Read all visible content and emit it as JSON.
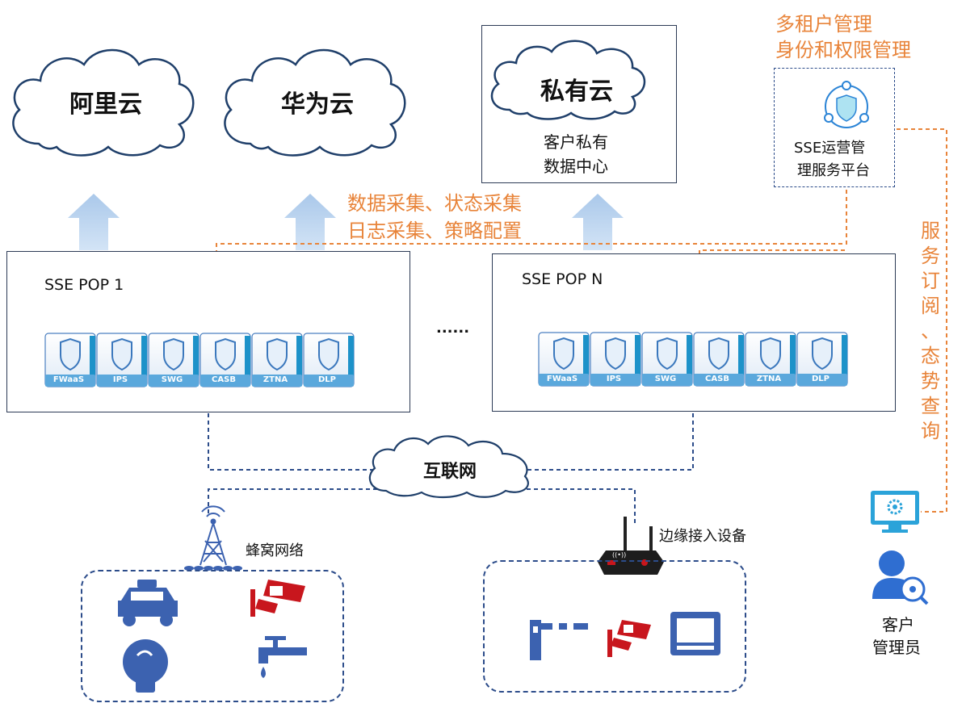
{
  "clouds": {
    "aliyun": "阿里云",
    "huawei": "华为云",
    "private": "私有云"
  },
  "private_dc": {
    "line1": "客户私有",
    "line2": "数据中心"
  },
  "collection": {
    "line1": "数据采集、状态采集",
    "line2": "日志采集、策略配置"
  },
  "tenant": {
    "line1": "多租户管理",
    "line2": "身份和权限管理"
  },
  "ops_platform": {
    "line1": "SSE运营管",
    "line2": "理服务平台"
  },
  "vertical_label": [
    "服",
    "务",
    "订",
    "阅",
    "、",
    "态",
    "势",
    "查",
    "询"
  ],
  "pops": {
    "pop1_title": "SSE POP 1",
    "popn_title": "SSE POP N",
    "ellipsis": "......",
    "modules": [
      "FWaaS",
      "IPS",
      "SWG",
      "CASB",
      "ZTNA",
      "DLP"
    ]
  },
  "internet": "互联网",
  "cellular": "蜂窝网络",
  "edge_device": "边缘接入设备",
  "admin": {
    "line1": "客户",
    "line2": "管理员"
  },
  "colors": {
    "accent_orange": "#e8843a",
    "line_blue": "#2c4c8a",
    "arrow_blue": "#b9d3ee",
    "icon_blue": "#3c62b0",
    "icon_red": "#c8161d"
  }
}
